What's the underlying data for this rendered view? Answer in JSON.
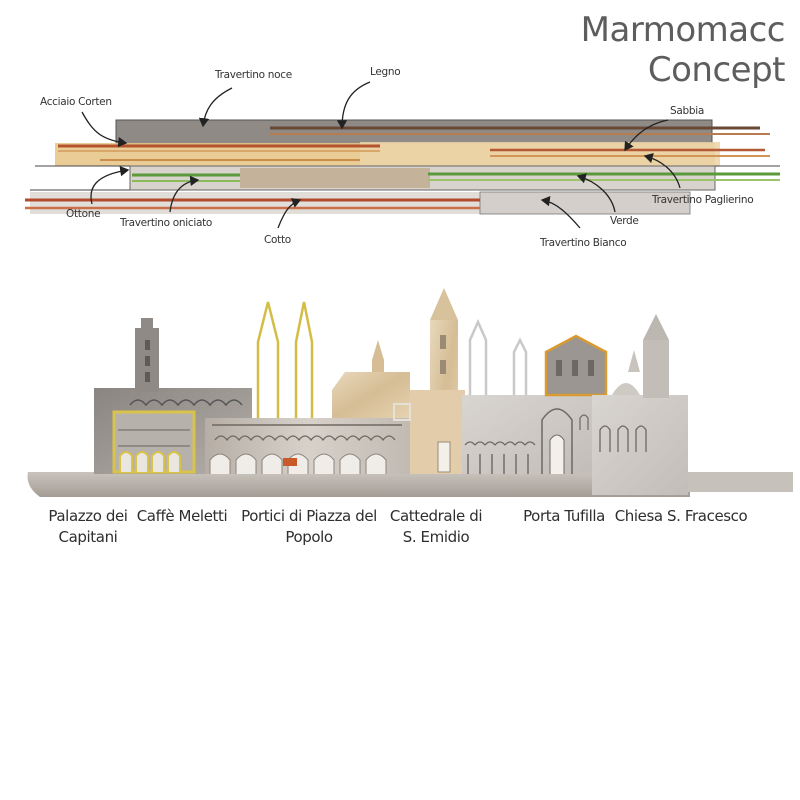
{
  "title": "Marmomacc Concept",
  "material_labels": {
    "acciaio_corten": "Acciaio Corten",
    "travertino_noce": "Travertino noce",
    "legno": "Legno",
    "sabbia": "Sabbia",
    "travertino_paglierino": "Travertino Paglierino",
    "verde": "Verde",
    "travertino_bianco": "Travertino Bianco",
    "cotto": "Cotto",
    "travertino_oniciato": "Travertino oniciato",
    "ottone": "Ottone"
  },
  "landmarks": {
    "palazzo": "Palazzo dei Capitani",
    "caffe": "Caffè Meletti",
    "portici": "Portici di Piazza del Popolo",
    "cattedrale": "Cattedrale di S. Emidio",
    "porta": "Porta Tufilla",
    "chiesa": "Chiesa S. Fracesco"
  },
  "colors": {
    "corten": "#b5542c",
    "noce": "#9a8a76",
    "legno": "#e3bf85",
    "sabbia": "#e9cfa2",
    "paglierino": "#dcc79b",
    "verde": "#5a9a3a",
    "bianco": "#dedad6",
    "cotto": "#b44a2c",
    "oniciato": "#c9a774",
    "ottone": "#c8b04a"
  }
}
